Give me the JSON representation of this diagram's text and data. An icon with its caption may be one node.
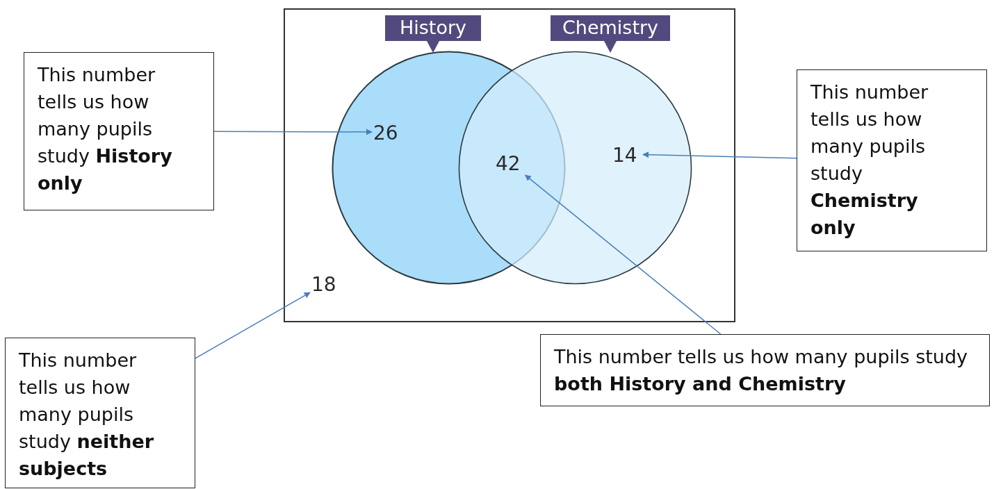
{
  "diagram": {
    "nodes": [
      {
        "text": [],
        "shape": "box"
      },
      {
        "text": [
          "History"
        ],
        "in": 0
      },
      {
        "text": [
          "Chemistry"
        ],
        "in": 0
      },
      {
        "text": [
          "26"
        ],
        "in": 1
      },
      {
        "text": [
          "42"
        ]
      },
      {
        "text": [
          "14"
        ],
        "in": 2
      },
      {
        "text": [
          "18"
        ],
        "in": 0
      },
      {
        "text": [
          "This number tells us how many pupils study **History only**"
        ]
      },
      {
        "text": [
          "This number tells us how many pupils study **Chemistry only**"
        ]
      },
      {
        "text": [
          "This number tells us how many pupils study **neither subjects**"
        ]
      },
      {
        "text": [
          "This number tells us how many pupils study **both History and Chemistry**"
        ]
      }
    ],
    "edges": [
      {
        "from": 7,
        "to": 3,
        "arrow": "to"
      },
      {
        "from": 8,
        "to": 5,
        "arrow": "to"
      },
      {
        "from": 9,
        "to": 6,
        "arrow": "to"
      },
      {
        "from": 10,
        "to": 4,
        "arrow": "to"
      }
    ]
  }
}
